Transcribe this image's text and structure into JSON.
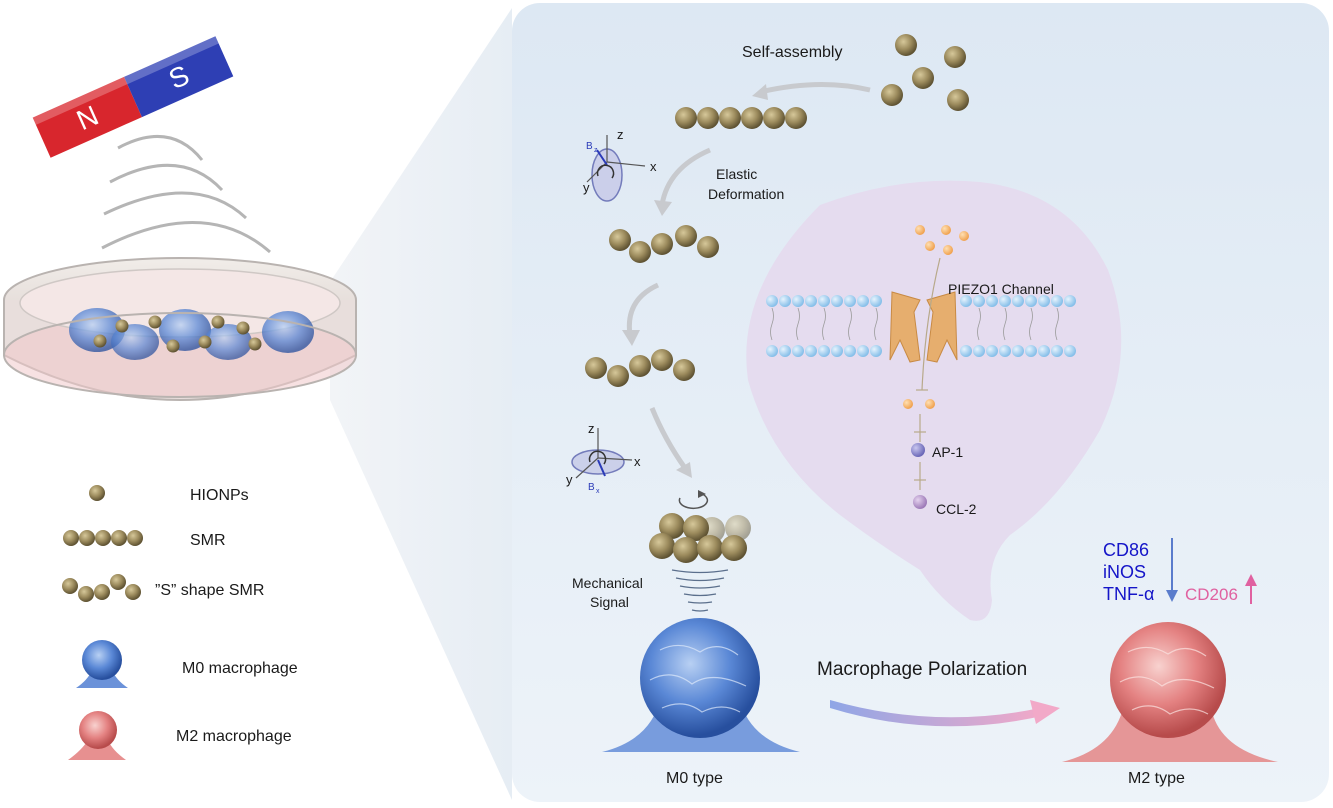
{
  "magnet": {
    "north": "N",
    "south": "S"
  },
  "legend": [
    {
      "icon": "single-particle-icon",
      "label": "HIONPs"
    },
    {
      "icon": "straight-chain-icon",
      "label": "SMR"
    },
    {
      "icon": "s-chain-icon",
      "label": "”S” shape SMR"
    },
    {
      "icon": "blue-cell-icon",
      "label": "M0 macrophage"
    },
    {
      "icon": "red-cell-icon",
      "label": "M2 macrophage"
    }
  ],
  "panel": {
    "self_assembly": "Self-assembly",
    "elastic_line1": "Elastic",
    "elastic_line2": "Deformation",
    "axis_z": "z",
    "axis_x": "x",
    "axis_y": "y",
    "field_b": "B",
    "field_b_sub": "z",
    "field_b_sub2": "x",
    "mechanical_line1": "Mechanical",
    "mechanical_line2": "Signal",
    "m0_type": "M0 type",
    "m2_type": "M2 type",
    "polarization": "Macrophage Polarization"
  },
  "cell_zoom": {
    "piezo_label": "PIEZO1 Channel",
    "ap1": "AP-1",
    "ccl2": "CCL-2"
  },
  "markers": {
    "down": [
      "CD86",
      "iNOS",
      "TNF-α"
    ],
    "up": "CD206"
  },
  "colors": {
    "particle": "#9a8a5c",
    "panel_bg": "#e8f0f7",
    "blob_bg": "#e5dcef",
    "membrane": "#8fc3ea",
    "channel": "#e6ae6e",
    "m0_cell": "#4d7ad1",
    "m2_cell": "#e27a7a",
    "marker_down": "#1515c8",
    "marker_up": "#e061a0"
  }
}
